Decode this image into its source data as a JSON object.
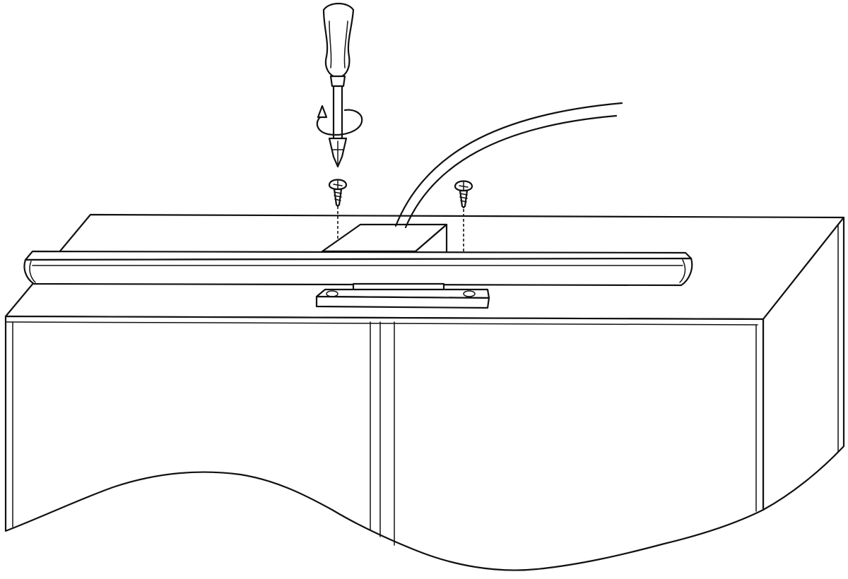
{
  "illustration": {
    "parts": [
      "cabinet",
      "light-bar",
      "mounting-bracket",
      "cable",
      "screw-left",
      "screw-right",
      "screwdriver",
      "rotation-arrow"
    ],
    "colors": {
      "line": "#111111",
      "background": "#ffffff"
    }
  }
}
